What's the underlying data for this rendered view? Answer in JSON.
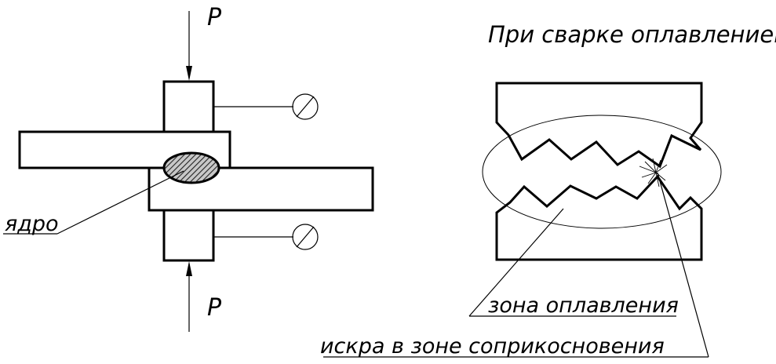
{
  "spot_welding": {
    "force_top": "P",
    "force_bottom": "P",
    "nugget_label": "ядро"
  },
  "flash_welding": {
    "title": "При сварке оплавлением",
    "fusion_zone_label": "зона оплавления",
    "spark_label": "искра в зоне соприкосновения"
  }
}
